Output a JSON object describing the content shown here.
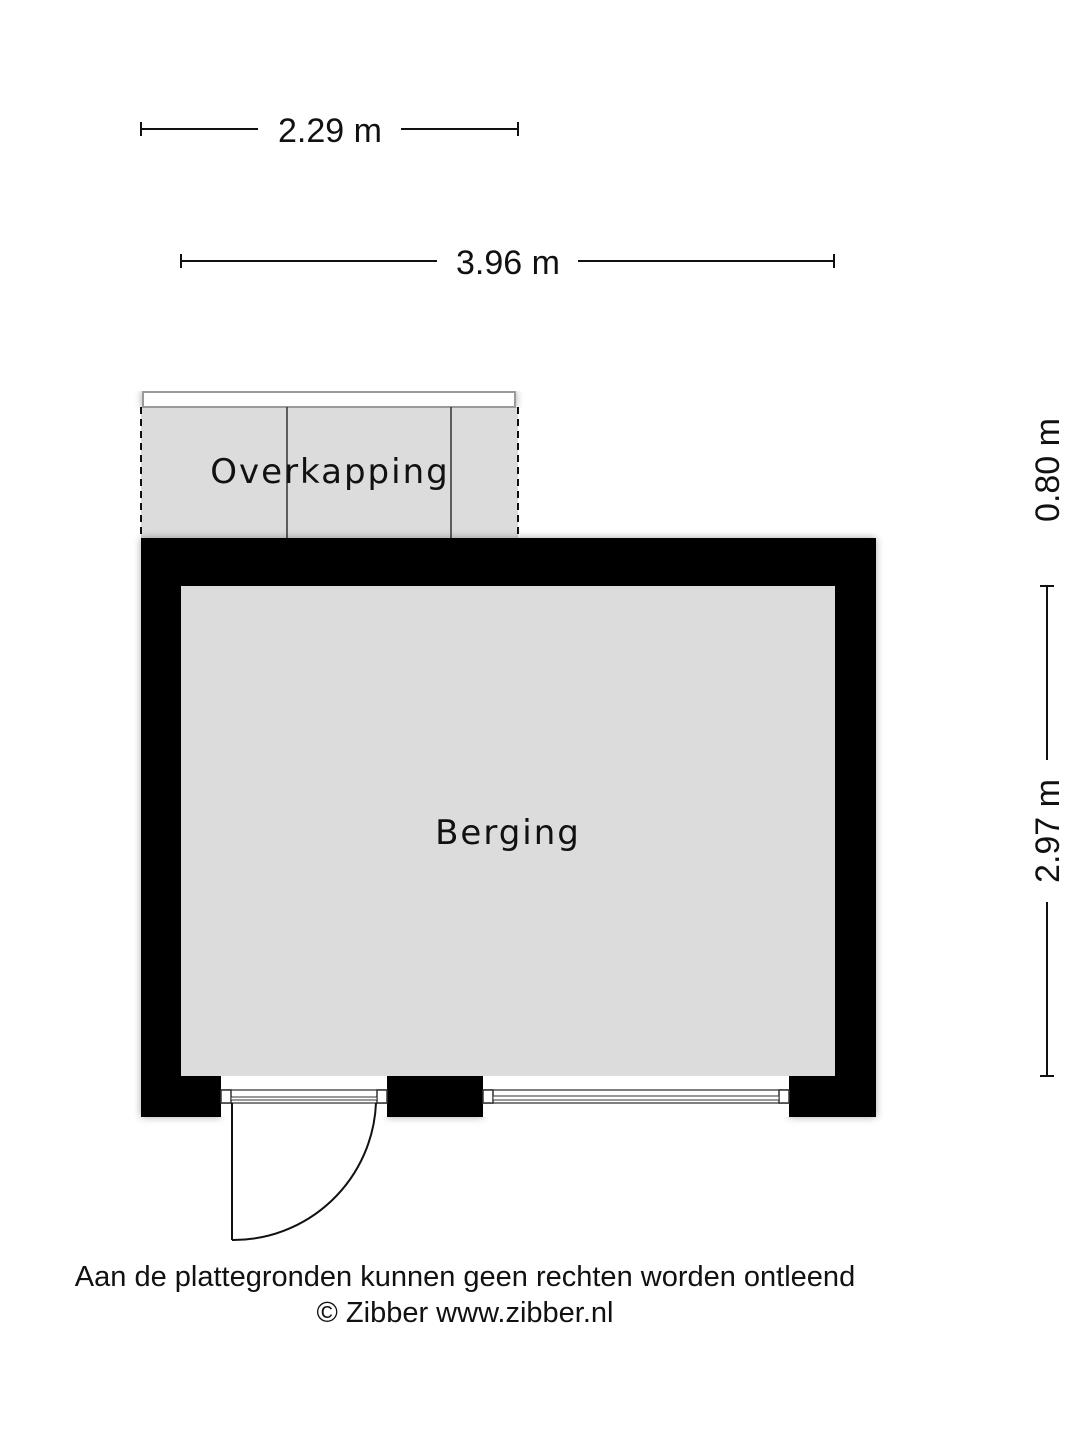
{
  "dimensions": {
    "top_short": "2.29 m",
    "top_long": "3.96 m",
    "right_upper": "0.80 m",
    "right_lower": "2.97 m"
  },
  "rooms": {
    "canopy": "Overkapping",
    "storage": "Berging"
  },
  "footer": {
    "disclaimer": "Aan de plattegronden kunnen geen rechten worden ontleend",
    "copyright": "© Zibber www.zibber.nl"
  },
  "colors": {
    "wall": "#000000",
    "floor": "#dcdcdc",
    "line": "#111111"
  }
}
